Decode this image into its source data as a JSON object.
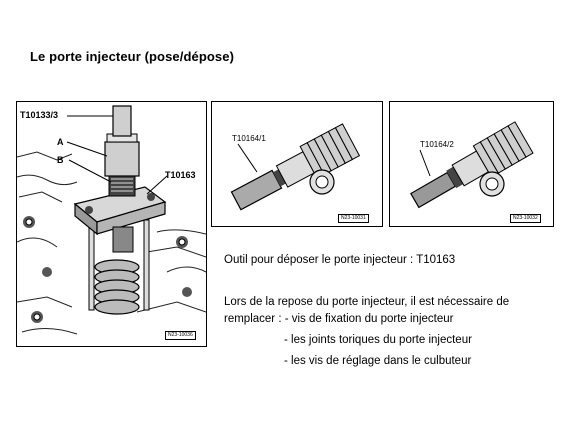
{
  "title": "Le porte injecteur (pose/dépose)",
  "figures": {
    "main": {
      "tool_label": "T10133/3",
      "label_a": "A",
      "label_b": "B",
      "puller_label": "T10163",
      "ref_code": "N23-10036"
    },
    "tool1": {
      "label": "T10164/1",
      "ref_code": "N23-10031"
    },
    "tool2": {
      "label": "T10164/2",
      "ref_code": "N23-10032"
    }
  },
  "text": {
    "line1": "Outil pour déposer le porte injecteur : T10163",
    "line2": "Lors de la repose du porte injecteur, il est nécessaire de",
    "line3": "remplacer : - vis de fixation du porte injecteur",
    "line4": "- les joints toriques du porte injecteur",
    "line5": "- les vis de réglage dans le culbuteur"
  }
}
